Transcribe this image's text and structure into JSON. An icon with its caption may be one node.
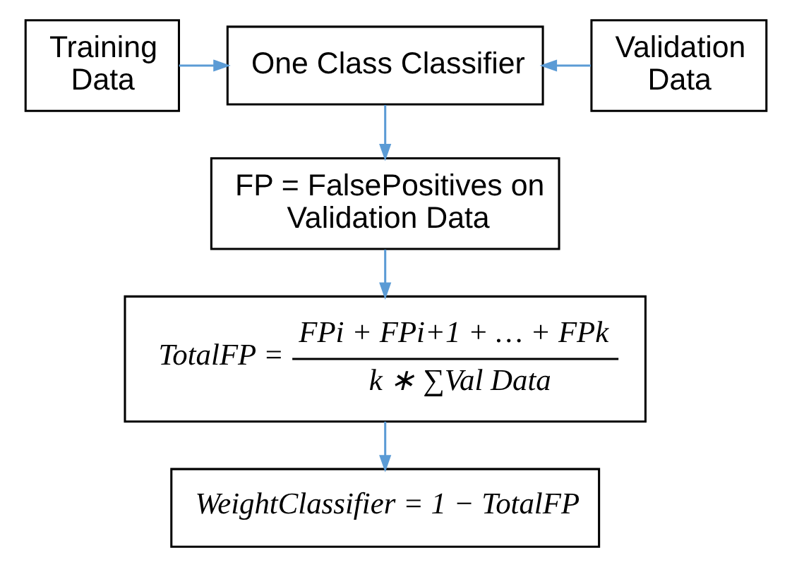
{
  "diagram": {
    "nodes": [
      {
        "text": [
          "Training Data"
        ]
      },
      {
        "text": [
          "One Class Classifier"
        ]
      },
      {
        "text": [
          "Validation Data"
        ]
      },
      {
        "text": [
          "FP = FalsePositives on Validation Data"
        ]
      },
      {
        "text": [
          "TotalFP =",
          "FPi + FPi+1 + … + FPk",
          "k ∗ ∑Val Data"
        ]
      },
      {
        "text": [
          "WeightClassifier = 1 − TotalFP"
        ]
      }
    ],
    "edges": [
      {
        "from": 0,
        "to": 1,
        "arrow": "to"
      },
      {
        "from": 2,
        "to": 1,
        "arrow": "to"
      },
      {
        "from": 1,
        "to": 3,
        "arrow": "to"
      },
      {
        "from": 3,
        "to": 4,
        "arrow": "to"
      },
      {
        "from": 4,
        "to": 5,
        "arrow": "to"
      }
    ]
  }
}
